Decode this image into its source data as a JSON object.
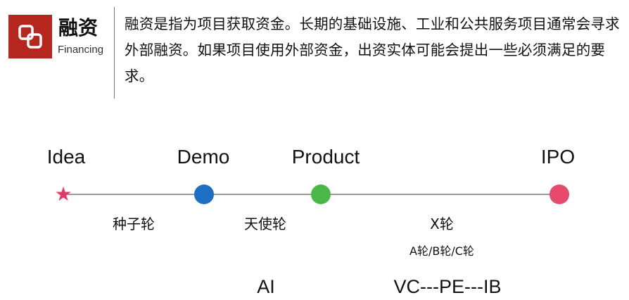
{
  "header": {
    "title": "融资",
    "subtitle": "Financing",
    "icon": "financing-icon",
    "icon_color": "#b5261e"
  },
  "description": "融资是指为项目获取资金。长期的基础设施、工业和公共服务项目通常会寻求外部融资。如果项目使用外部资金，出资实体可能会提出一些必须满足的要求。",
  "timeline": {
    "stages": [
      {
        "label": "Idea",
        "marker": "star-icon",
        "color": "#e03a68"
      },
      {
        "label": "Demo",
        "marker": "circle",
        "color": "#1e6fc4"
      },
      {
        "label": "Product",
        "marker": "circle",
        "color": "#4db84a"
      },
      {
        "label": "IPO",
        "marker": "circle",
        "color": "#e84a6c"
      }
    ],
    "rounds": {
      "seed": "种子轮",
      "angel": "天使轮",
      "x": "X轮",
      "x_detail": "A轮/B轮/C轮"
    },
    "investors": {
      "angel": "AI",
      "later": "VC---PE---IB"
    }
  }
}
